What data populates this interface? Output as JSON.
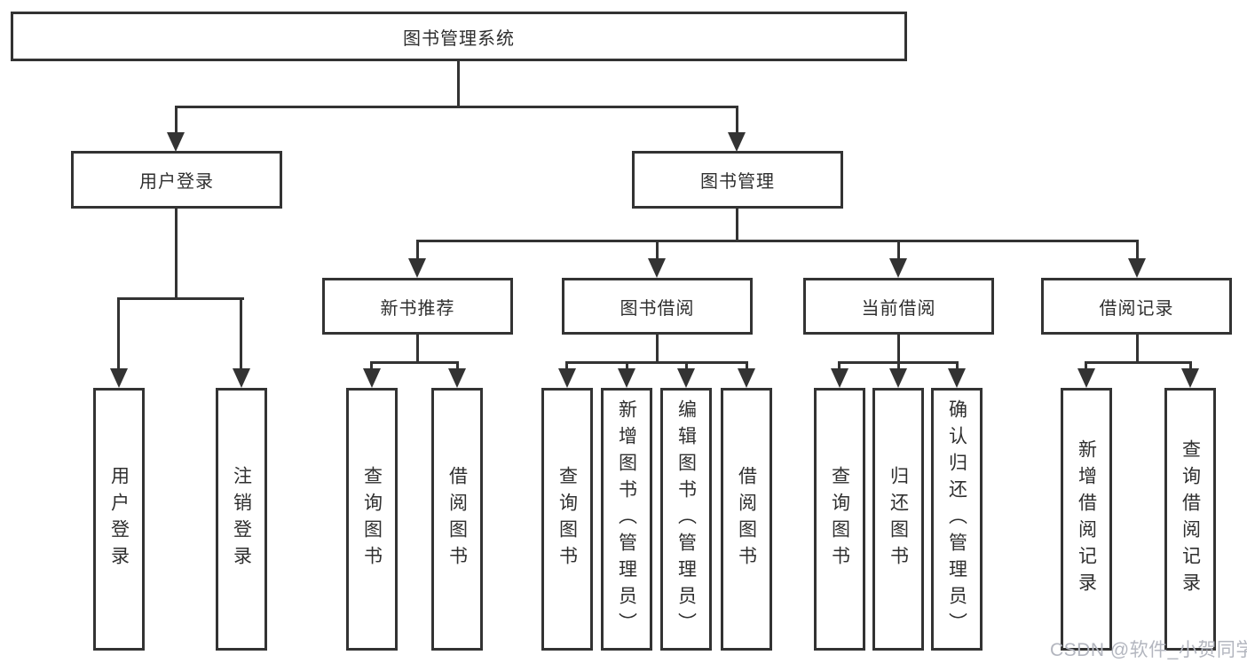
{
  "colors": {
    "line": "#333333",
    "text": "#2f2f2f",
    "watermark": "#b3b6bf",
    "background": "#ffffff"
  },
  "tree": {
    "root": "图书管理系统",
    "branches": [
      {
        "label": "用户登录",
        "children": [
          "用户登录",
          "注销登录"
        ]
      },
      {
        "label": "图书管理",
        "groups": [
          {
            "label": "新书推荐",
            "children": [
              "查询图书",
              "借阅图书"
            ]
          },
          {
            "label": "图书借阅",
            "children": [
              "查询图书",
              "新增图书（管理员）",
              "编辑图书（管理员）",
              "借阅图书"
            ]
          },
          {
            "label": "当前借阅",
            "children": [
              "查询图书",
              "归还图书",
              "确认归还（管理员）"
            ]
          },
          {
            "label": "借阅记录",
            "children": [
              "新增借阅记录",
              "查询借阅记录"
            ]
          }
        ]
      }
    ]
  },
  "watermark": {
    "text": "CSDN @软件_小贺同学"
  }
}
